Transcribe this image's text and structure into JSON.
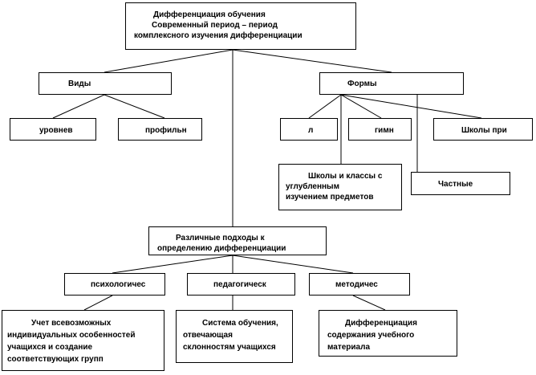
{
  "diagram": {
    "root": {
      "title": "Дифференциация  обучения",
      "line2": "Современный период – период",
      "line3": "комплексного изучения дифференциации"
    },
    "types": {
      "label": "Виды",
      "children": [
        "уровнев",
        "профильн"
      ]
    },
    "forms": {
      "label": "Формы",
      "children": [
        "л",
        "гимн",
        "Школы при"
      ],
      "deep_school": [
        "Школы и классы с",
        "углубленным",
        "изучением  предметов"
      ],
      "private": "Частные"
    },
    "approaches": {
      "label_line1": "Различные подходы к",
      "label_line2": "определению дифференциации",
      "items": [
        {
          "label": "психологичес",
          "desc": [
            "Учет всевозможных",
            "индивидуальных особенностей",
            "учащихся и создание",
            "соответствующих групп"
          ]
        },
        {
          "label": "педагогическ",
          "desc": [
            "Система обучения,",
            "отвечающая",
            "склонностям учащихся"
          ]
        },
        {
          "label": "методичес",
          "desc": [
            "Дифференциация",
            "содержания учебного",
            "материала"
          ]
        }
      ]
    }
  }
}
